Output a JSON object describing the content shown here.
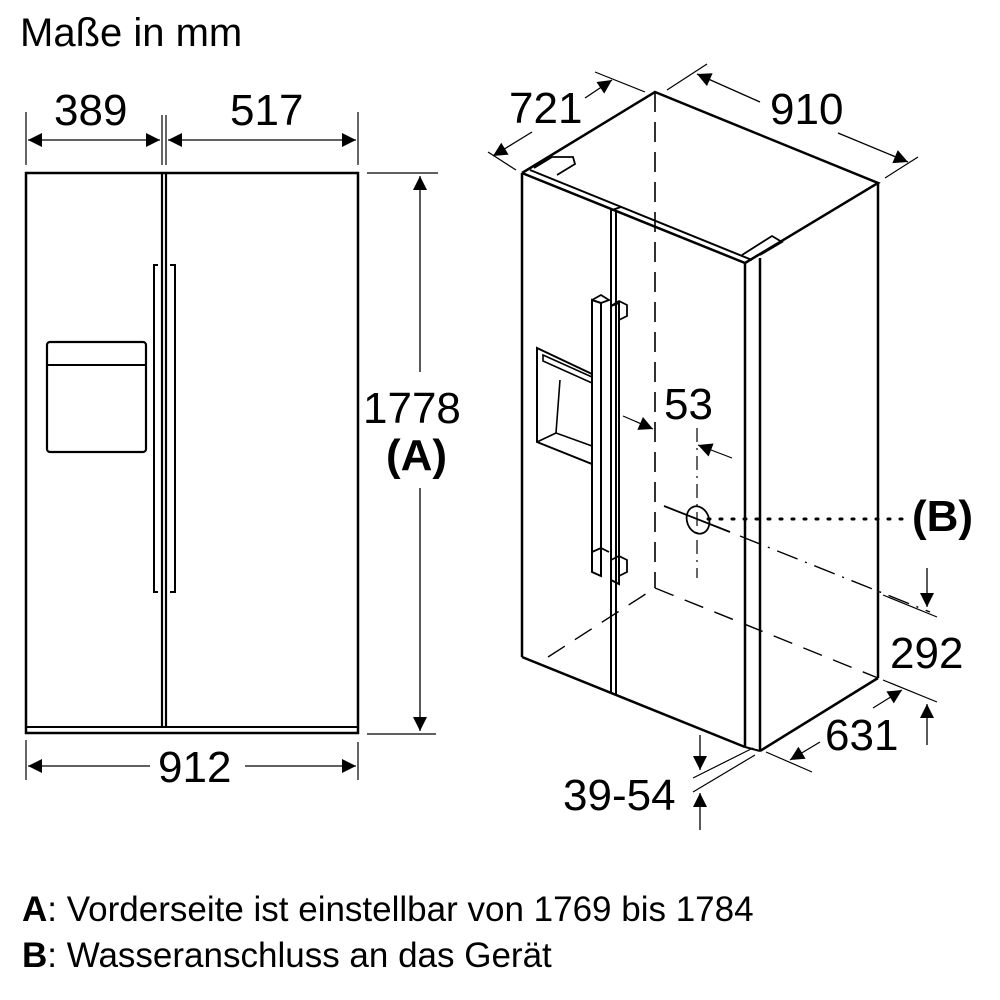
{
  "title": "Maße in mm",
  "front_view": {
    "width_left": "389",
    "width_right": "517",
    "total_width": "912",
    "height": "1778",
    "height_note_ref": "(A)"
  },
  "iso_view": {
    "depth_top": "721",
    "width_top": "910",
    "water_offset": "53",
    "water_ref": "(B)",
    "water_height": "292",
    "depth_body": "631",
    "door_thickness": "39-54"
  },
  "legend": [
    {
      "key": "A",
      "text": ": Vorderseite ist einstellbar von 1769 bis 1784"
    },
    {
      "key": "B",
      "text": ": Wasseranschluss an das Gerät"
    }
  ],
  "colors": {
    "line": "#000000",
    "background": "#ffffff"
  }
}
